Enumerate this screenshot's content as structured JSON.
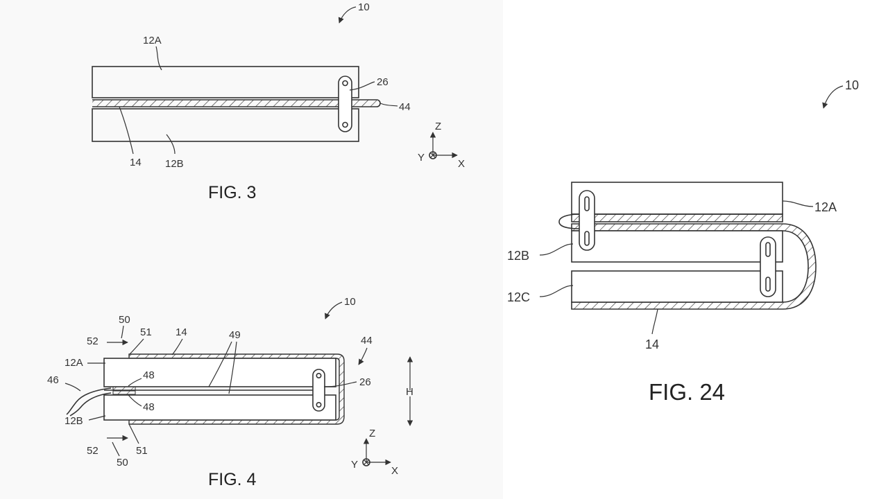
{
  "fig3": {
    "caption": "FIG. 3",
    "ref_device": "10",
    "ref_top_housing": "12A",
    "ref_bottom_housing": "12B",
    "ref_hinge_clip": "26",
    "ref_loop": "44",
    "ref_layer": "14",
    "axis_z": "Z",
    "axis_y": "Y",
    "axis_x": "X"
  },
  "fig4": {
    "caption": "FIG. 4",
    "ref_device": "10",
    "ref_top_housing": "12A",
    "ref_bottom_housing": "12B",
    "ref_layer": "14",
    "ref_cable": "46",
    "ref_contact_top": "48",
    "ref_contact_bottom": "48",
    "ref_edge": "49",
    "ref_direction_top": "50",
    "ref_direction_bottom": "50",
    "ref_side_top": "51",
    "ref_side_bottom": "51",
    "ref_arrow_top": "52",
    "ref_arrow_bottom": "52",
    "ref_loop": "44",
    "ref_hinge_clip": "26",
    "ref_height": "H",
    "axis_z": "Z",
    "axis_y": "Y",
    "axis_x": "X"
  },
  "fig24": {
    "caption": "FIG. 24",
    "ref_device": "10",
    "ref_housing_a": "12A",
    "ref_housing_b": "12B",
    "ref_housing_c": "12C",
    "ref_layer": "14"
  }
}
